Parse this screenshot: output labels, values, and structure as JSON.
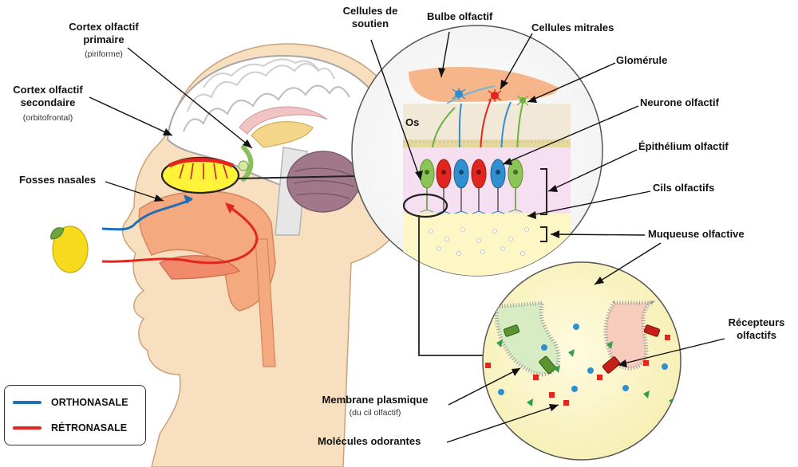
{
  "labels": {
    "cortex_primaire_1": "Cortex olfactif",
    "cortex_primaire_2": "primaire",
    "cortex_primaire_sub": "(piriforme)",
    "cortex_secondaire_1": "Cortex olfactif",
    "cortex_secondaire_2": "secondaire",
    "cortex_secondaire_sub": "(orbitofrontal)",
    "fosses_nasales": "Fosses nasales",
    "cellules_soutien_1": "Cellules de",
    "cellules_soutien_2": "soutien",
    "bulbe_olfactif": "Bulbe olfactif",
    "cellules_mitrales": "Cellules mitrales",
    "glomerule": "Glomérule",
    "os": "Os",
    "neurone_olfactif": "Neurone olfactif",
    "epithelium_olfactif": "Épithélium olfactif",
    "cils_olfactifs": "Cils olfactifs",
    "muqueuse_olfactive": "Muqueuse olfactive",
    "recepteurs_1": "Récepteurs",
    "recepteurs_2": "olfactifs",
    "membrane_1": "Membrane plasmique",
    "membrane_sub": "(du cil olfactif)",
    "molecules": "Molécules odorantes"
  },
  "legend": {
    "orthonasale": "ORTHONASALE",
    "retronasale": "RÉTRONASALE"
  },
  "colors": {
    "orthonasale": "#1f6fb5",
    "retronasale": "#e0261e",
    "skin": "#f7dfbf",
    "nasal_cavity": "#f5a97f",
    "mucosa": "#fdf7c6"
  }
}
